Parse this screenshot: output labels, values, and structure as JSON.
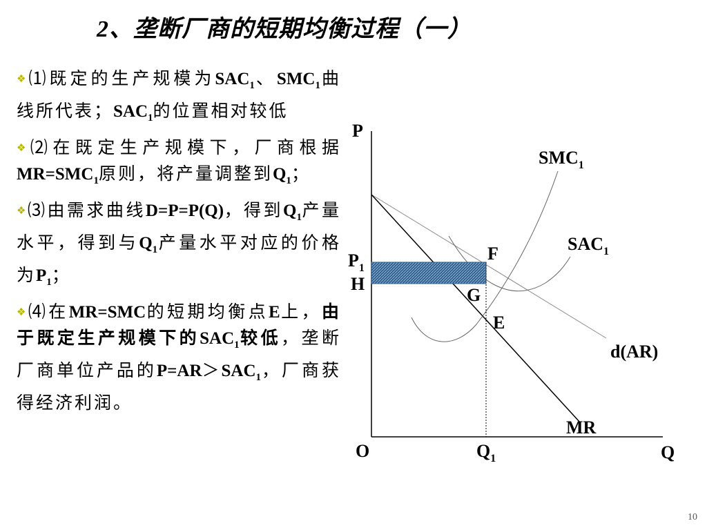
{
  "title": "2、垄断厂商的短期均衡过程（一）",
  "items": [
    {
      "num": "⑴",
      "p1": "既定的生产规模为",
      "b1": "SAC",
      "s1": "1",
      "p2": "、",
      "b2": "SMC",
      "s2": "1",
      "p3": "曲线所代表；",
      "b3": "SAC",
      "s3": "1",
      "p4": "的位置相对较低"
    },
    {
      "num": "⑵",
      "p1": "在既定生产规模下，厂商根据",
      "b1": "MR=SMC",
      "s1": "1",
      "p2": "原则，将产量调整到",
      "b2": "Q",
      "s2": "1",
      "p3": "；"
    },
    {
      "num": "⑶",
      "p1": "由需求曲线",
      "b1": "D=P=P(Q)",
      "p2": "，得到",
      "b2": "Q",
      "s2": "1",
      "p3": "产量水平，得到与",
      "b3": "Q",
      "s3": "1",
      "p4": "产量水平对应的价格为",
      "b4": "P",
      "s4": "1",
      "p5": "；"
    },
    {
      "num": "⑷",
      "p1": "在",
      "b1": "MR=SMC",
      "p2": "的短期均衡点",
      "b2": "E",
      "p3": "上，",
      "strong1": "由于既定生产规模下的",
      "b3": "SAC",
      "s3": "1",
      "strong2": "较低",
      "p4": "，垄断厂商单位产品的",
      "b4": "P=AR",
      "p5": "＞",
      "b5": "SAC",
      "s5": "1",
      "p6": "，厂商获得经济利润。"
    }
  ],
  "graph": {
    "axis_y": "P",
    "axis_x": "Q",
    "origin": "O",
    "smc": "SMC",
    "smc_sub": "1",
    "sac": "SAC",
    "sac_sub": "1",
    "dar": "d(AR)",
    "mr": "MR",
    "p1": "P",
    "p1_sub": "1",
    "h": "H",
    "f": "F",
    "g": "G",
    "e": "E",
    "q1": "Q",
    "q1_sub": "1",
    "profit_fill": "#2f5d8a"
  },
  "page_number": "10"
}
